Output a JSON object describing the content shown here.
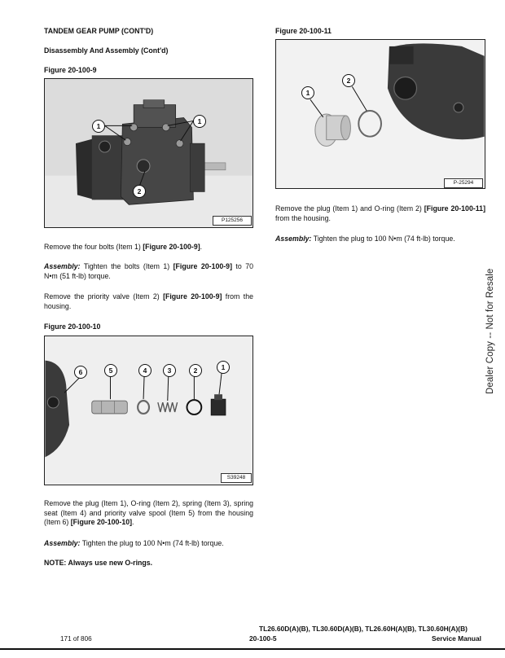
{
  "left": {
    "section_title": "TANDEM GEAR PUMP (CONT'D)",
    "subsection_title": "Disassembly And Assembly (Cont'd)",
    "fig9_caption": "Figure 20-100-9",
    "fig9_photo_id": "P125256",
    "fig9_callouts": [
      "1",
      "1",
      "2"
    ],
    "p1_text": "Remove the four bolts (Item 1) ",
    "p1_ref": "[Figure 20-100-9]",
    "p1_end": ".",
    "p2_label": "Assembly:",
    "p2_text": " Tighten the bolts (Item 1) ",
    "p2_ref": "[Figure 20-100-9]",
    "p2_end": " to 70 N•m (51 ft-lb) torque.",
    "p3_text": "Remove the priority valve (Item 2) ",
    "p3_ref": "[Figure 20-100-9]",
    "p3_end": " from the housing.",
    "fig10_caption": "Figure 20-100-10",
    "fig10_photo_id": "S39248",
    "fig10_callouts": [
      "6",
      "5",
      "4",
      "3",
      "2",
      "1"
    ],
    "p4_text": "Remove the plug (Item 1), O-ring (Item 2), spring (Item 3), spring seat (Item 4) and priority valve spool (Item 5) from the housing (Item 6) ",
    "p4_ref": "[Figure 20-100-10]",
    "p4_end": ".",
    "p5_label": "Assembly:",
    "p5_text": " Tighten the plug to 100 N•m (74 ft-lb) torque.",
    "note": "NOTE:  Always use new O-rings."
  },
  "right": {
    "fig11_caption": "Figure 20-100-11",
    "fig11_photo_id": "P-25294",
    "fig11_callouts": [
      "1",
      "2"
    ],
    "p6_text": "Remove the plug (Item 1) and O-ring (Item 2) ",
    "p6_ref": "[Figure 20-100-11]",
    "p6_end": " from the housing.",
    "p7_label": "Assembly:",
    "p7_text": " Tighten the plug to 100 N•m (74 ft-lb) torque."
  },
  "side_watermark": "Dealer Copy -- Not for Resale",
  "footer": {
    "page_count": "171 of 806",
    "models": "TL26.60D(A)(B), TL30.60D(A)(B), TL26.60H(A)(B), TL30.60H(A)(B)",
    "page_number": "20-100-5",
    "manual": "Service Manual"
  }
}
